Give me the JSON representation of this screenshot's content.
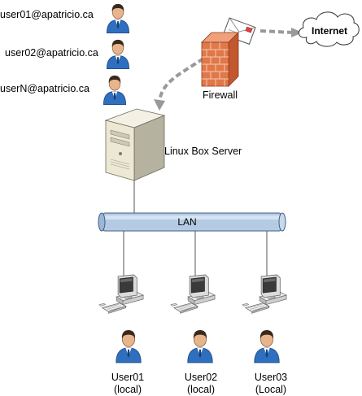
{
  "remote_users": [
    {
      "email": "user01@apatricio.ca"
    },
    {
      "email": "user02@apatricio.ca"
    },
    {
      "email": "userN@apatricio.ca"
    }
  ],
  "internet": {
    "label": "Internet"
  },
  "firewall": {
    "label": "Firewall"
  },
  "server": {
    "label": "Linux Box Server"
  },
  "lan": {
    "label": "LAN"
  },
  "local_users": [
    {
      "name": "User01",
      "location": "(local)"
    },
    {
      "name": "User02",
      "location": "(local)"
    },
    {
      "name": "User03",
      "location": "(Local)"
    }
  ],
  "icons": {
    "remote_user": "person-icon",
    "email": "envelope-icon",
    "cloud": "cloud-icon",
    "firewall": "brick-wall-icon",
    "server": "server-tower-icon",
    "workstation": "desktop-computer-icon",
    "local_user": "person-icon"
  },
  "colors": {
    "lan_bus": "#b5cbe4",
    "arrow": "#999999",
    "firewall_brick": "#e0784a",
    "person_shirt": "#2f6fbf"
  }
}
